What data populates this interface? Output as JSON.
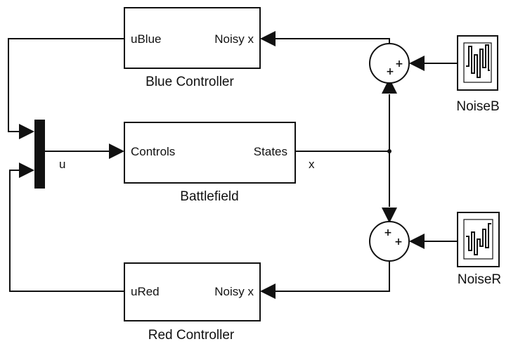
{
  "blocks": {
    "blue_controller": {
      "input_port": "uBlue",
      "output_port": "Noisy x",
      "caption": "Blue Controller"
    },
    "battlefield": {
      "input_port": "Controls",
      "output_port": "States",
      "caption": "Battlefield"
    },
    "red_controller": {
      "input_port": "uRed",
      "output_port": "Noisy x",
      "caption": "Red Controller"
    },
    "noise_b": {
      "caption": "NoiseB"
    },
    "noise_r": {
      "caption": "NoiseR"
    }
  },
  "signals": {
    "u": "u",
    "x": "x"
  },
  "sum_blocks": {
    "blue": {
      "signs": [
        "+",
        "+"
      ]
    },
    "red": {
      "signs": [
        "+",
        "+"
      ]
    }
  }
}
